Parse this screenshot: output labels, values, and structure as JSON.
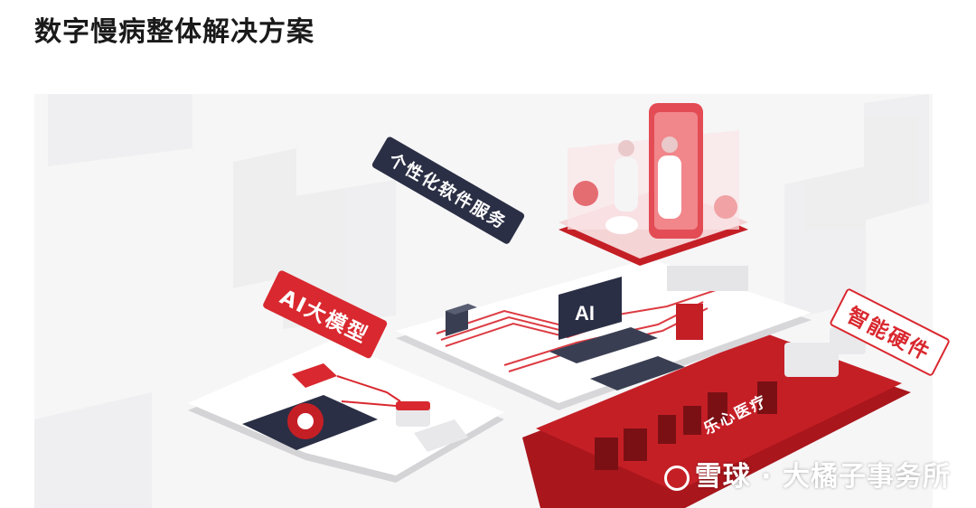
{
  "page": {
    "title": "数字慢病整体解决方案"
  },
  "labels": {
    "software": "个性化软件服务",
    "ai_model": "AI大模型",
    "hardware": "智能硬件",
    "brand": "乐心医疗",
    "screen": "AI"
  },
  "watermark": {
    "text": "雪球 · 大橘子事务所"
  },
  "colors": {
    "accent": "#d9282f",
    "dark_tag": "#2b2f45",
    "platform": "#ececee"
  }
}
